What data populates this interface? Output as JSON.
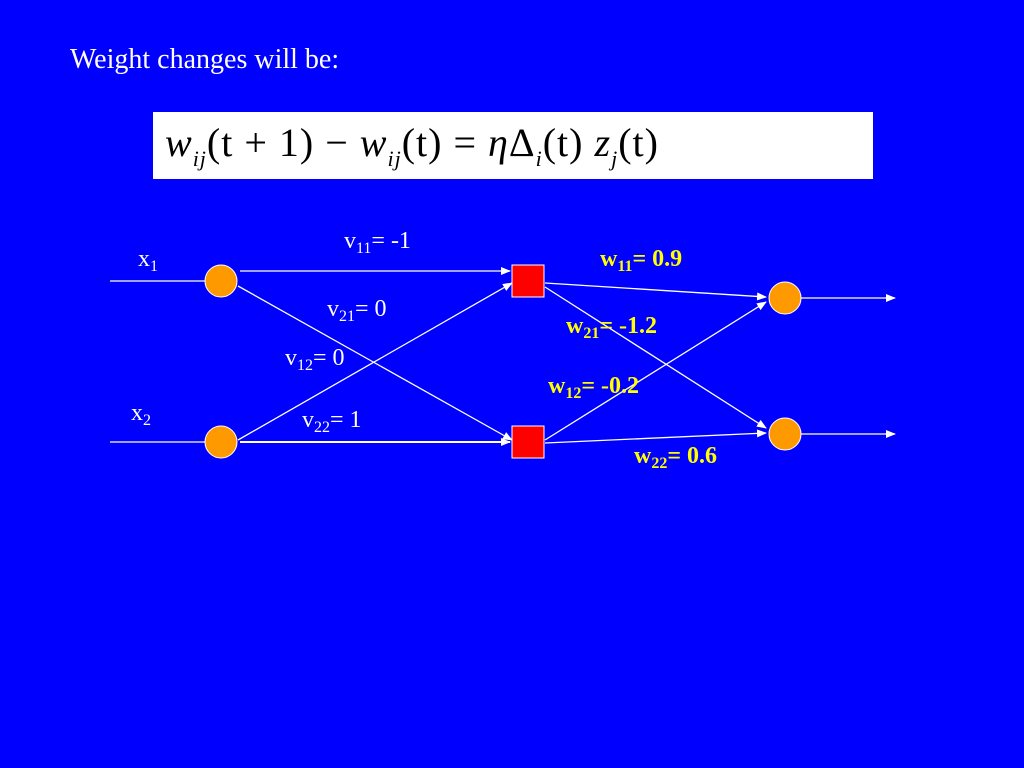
{
  "heading": "Weight changes will be:",
  "formula": {
    "w": "w",
    "ij": "ij",
    "t1": "(t + 1) − ",
    "w2": "w",
    "ij2": "ij",
    "t2": "(t) = ",
    "eta": "η",
    "delta": "Δ",
    "i": "i",
    "t3": "(t)",
    "z": "z",
    "j": "j",
    "t4": "(t)"
  },
  "inputs": [
    {
      "base": "x",
      "sub": "1"
    },
    {
      "base": "x",
      "sub": "2"
    }
  ],
  "v_weights": [
    {
      "base": "v",
      "sub": "11",
      "value": "= -1"
    },
    {
      "base": "v",
      "sub": "21",
      "value": "= 0"
    },
    {
      "base": "v",
      "sub": "12",
      "value": "= 0"
    },
    {
      "base": "v",
      "sub": "22",
      "value": "= 1"
    }
  ],
  "w_weights": [
    {
      "base": "w",
      "sub": "11",
      "value": "= 0.9"
    },
    {
      "base": "w",
      "sub": "21",
      "value": "= -1.2"
    },
    {
      "base": "w",
      "sub": "12",
      "value": "= -0.2"
    },
    {
      "base": "w",
      "sub": "22",
      "value": "= 0.6"
    }
  ],
  "colors": {
    "background": "#0000ff",
    "input_node": "#ff9900",
    "hidden_node": "#ff0000",
    "output_node": "#ff9900",
    "v_label": "#ffffff",
    "w_label": "#ffff00"
  }
}
